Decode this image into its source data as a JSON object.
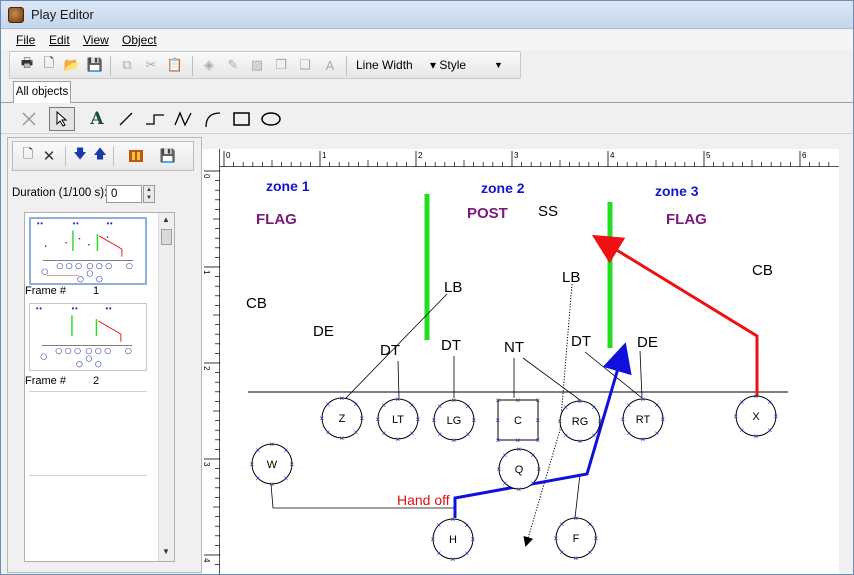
{
  "window": {
    "title": "Play Editor"
  },
  "menu": {
    "file": "File",
    "edit": "Edit",
    "view": "View",
    "object": "Object"
  },
  "toolbar": {
    "line_width_label": "Line Width",
    "style_label": "Style"
  },
  "tabs": [
    {
      "label": "All objects"
    }
  ],
  "left_panel": {
    "duration_label": "Duration (1/100 s):",
    "duration_value": "0",
    "frames": [
      {
        "label": "Frame #",
        "number": "1"
      },
      {
        "label": "Frame #",
        "number": "2"
      }
    ]
  },
  "ruler": {
    "top_labels": [
      "0",
      "1",
      "2",
      "3",
      "4",
      "5",
      "6"
    ],
    "left_labels": [
      "0",
      "1",
      "2",
      "3",
      "4"
    ]
  },
  "play": {
    "zones": [
      "zone 1",
      "zone 2",
      "zone 3"
    ],
    "routes": [
      "FLAG",
      "POST",
      "FLAG"
    ],
    "defense": {
      "ss": "SS",
      "lb_left": "LB",
      "lb_right": "LB",
      "cb_left": "CB",
      "cb_right": "CB",
      "de_left": "DE",
      "de_right": "DE",
      "dt_1": "DT",
      "dt_2": "DT",
      "dt_3": "DT",
      "nt": "NT"
    },
    "offense": [
      "Z",
      "LT",
      "LG",
      "C",
      "RG",
      "RT",
      "X",
      "W",
      "Q",
      "H",
      "F"
    ],
    "handoff_label": "Hand off"
  },
  "colors": {
    "zone_label": "#1515cc",
    "route_label": "#7a1a7a",
    "zone_line": "#22dd22",
    "handoff": "#e01010",
    "blue_route": "#1010dd",
    "red_route": "#ee1111"
  }
}
